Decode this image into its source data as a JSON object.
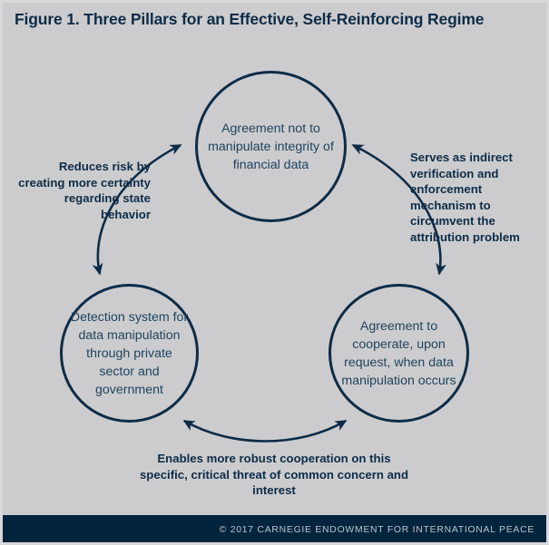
{
  "figure": {
    "title": "Figure 1. Three Pillars for an Effective, Self-Reinforcing Regime",
    "background_color": "#ccccce",
    "accent_color": "#0d2c47",
    "node_text_color": "#20445f",
    "footer_background_color": "#03243d",
    "footer_text_color": "#b9c4cd"
  },
  "nodes": {
    "top": {
      "id": "agreement-not-to-manipulate",
      "label": "Agreement not to manipulate integrity of financial data"
    },
    "bottom_left": {
      "id": "detection-system",
      "label": "Detection system for data manipulation through private sector and government"
    },
    "bottom_right": {
      "id": "agreement-to-cooperate",
      "label": "Agreement to cooperate, upon request, when data manipulation occurs"
    }
  },
  "edges": {
    "left": {
      "id": "detection-to-agreement",
      "label": "Reduces risk by creating more certainty regarding state behavior",
      "arrow_style": "double-headed-curved"
    },
    "right": {
      "id": "agreement-to-cooperation",
      "label": "Serves as indirect verification and enforcement mechanism to circumvent the attribution problem",
      "arrow_style": "double-headed-curved"
    },
    "bottom": {
      "id": "detection-to-cooperation",
      "label": "Enables more robust cooperation on this specific, critical threat of common concern and interest",
      "arrow_style": "double-headed-curved"
    }
  },
  "footer": {
    "credit": "© 2017 CARNEGIE ENDOWMENT FOR INTERNATIONAL PEACE"
  }
}
